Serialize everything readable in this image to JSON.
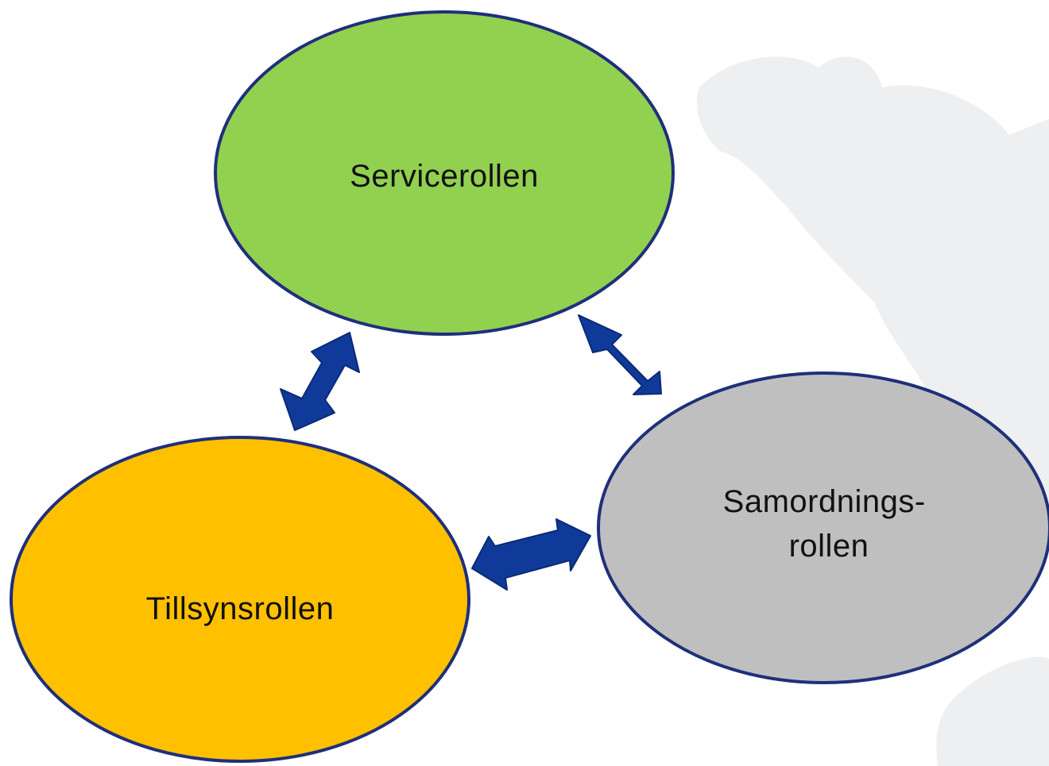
{
  "colors": {
    "outline": "#1f2f7a",
    "arrow": "#0f3a9a",
    "arrow_edge": "#0a2a75",
    "watermark": "#eeeff0",
    "service_fill": "#92d050",
    "samordning_fill": "#bfbfbf",
    "tillsyn_fill": "#ffc000"
  },
  "nodes": {
    "service": {
      "label": "Servicerollen"
    },
    "samordning": {
      "line1": "Samordnings-",
      "line2": "rollen"
    },
    "tillsyn": {
      "label": "Tillsynsrollen"
    }
  },
  "connections": [
    {
      "from": "Servicerollen",
      "to": "Tillsynsrollen",
      "type": "double-arrow"
    },
    {
      "from": "Servicerollen",
      "to": "Samordnings-rollen",
      "type": "double-arrow"
    },
    {
      "from": "Tillsynsrollen",
      "to": "Samordnings-rollen",
      "type": "double-arrow"
    }
  ]
}
